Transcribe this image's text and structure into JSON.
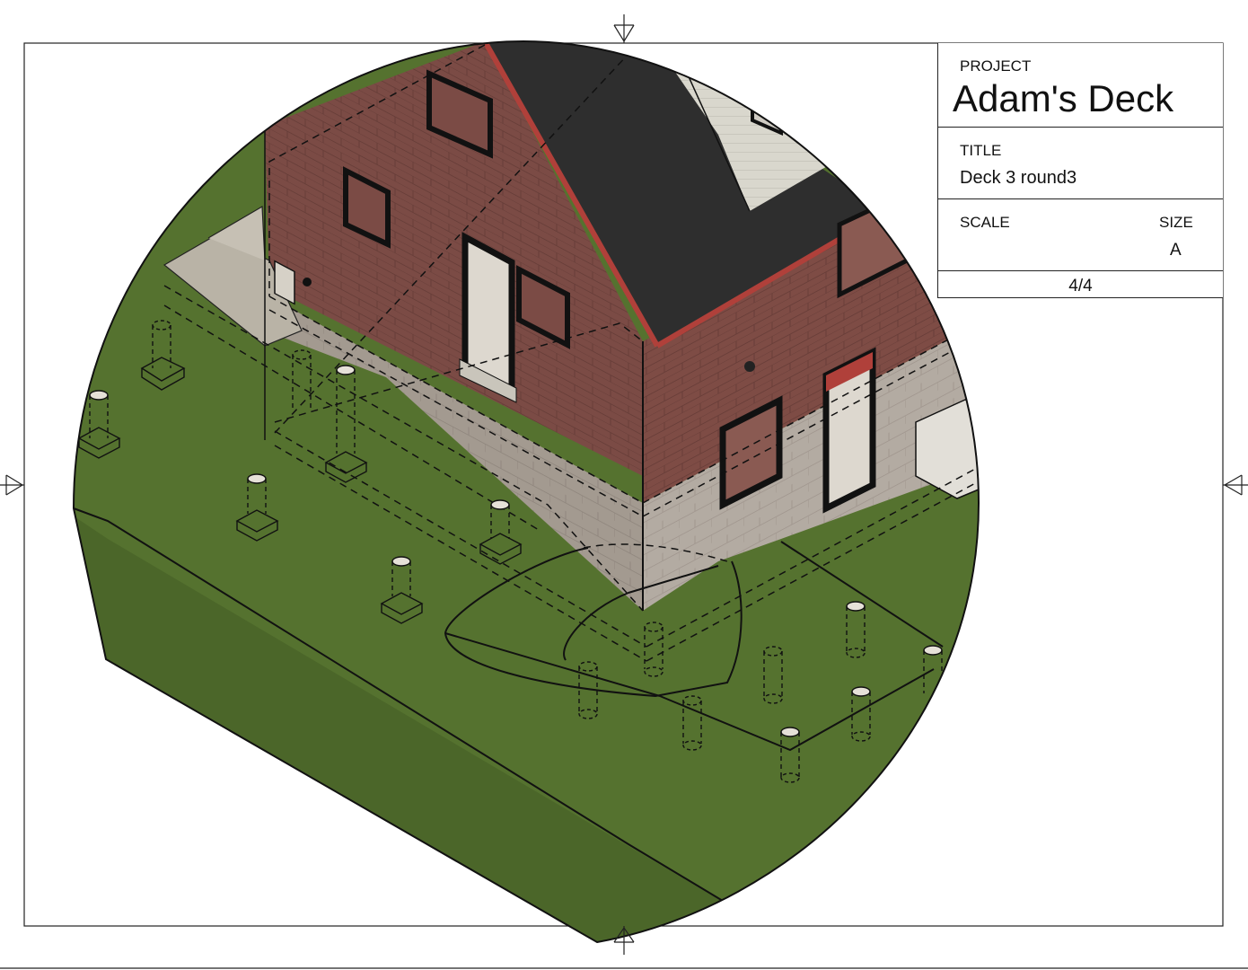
{
  "title_block": {
    "project_label": "PROJECT",
    "project_name": "Adam's Deck",
    "title_label": "TITLE",
    "title_value": "Deck 3 round3",
    "scale_label": "SCALE",
    "size_label": "SIZE",
    "size_value": "A",
    "sheet": "4/4"
  },
  "colors": {
    "grass": "#4f6b2e",
    "brick": "#7a4a44",
    "roof": "#2d2d2d",
    "trim": "#b0403a",
    "foundation": "#9c9186",
    "siding": "#d8d6cc",
    "line": "#111111"
  }
}
